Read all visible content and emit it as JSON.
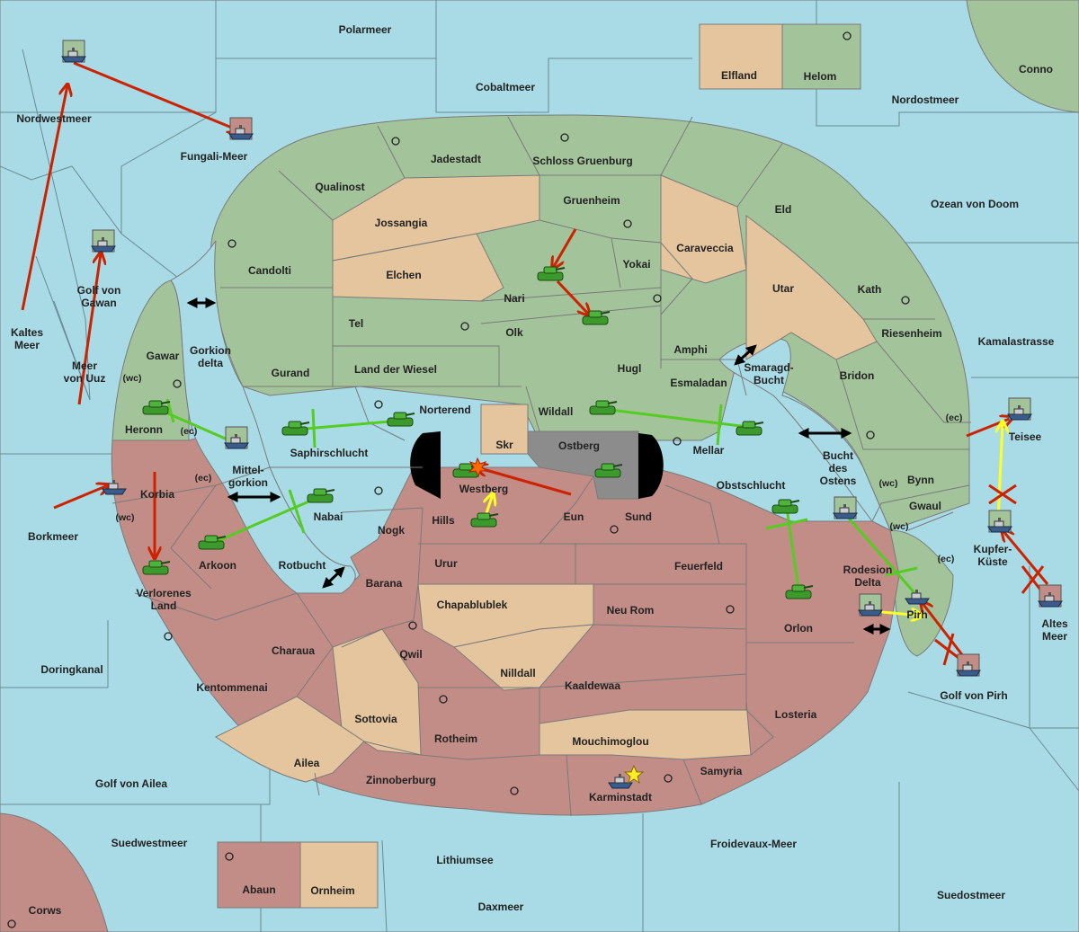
{
  "colors": {
    "sea": "#a9dbe6",
    "green_power": "#a3c49a",
    "red_power": "#c28d87",
    "neutral": "#e4c59e",
    "impassable": "#000000",
    "contested": "#8c8c8c",
    "order_red": "#cc2200",
    "order_green": "#55cc22",
    "order_yellow": "#ffff22"
  },
  "seas": {
    "polarmeer": "Polarmeer",
    "cobaltmeer": "Cobaltmeer",
    "nordostmeer": "Nordostmeer",
    "conno": "Conno",
    "nordwestmeer": "Nordwestmeer",
    "fungali": "Fungali-Meer",
    "ozean": "Ozean von Doom",
    "golf_gawan": "Golf von\nGawan",
    "kaltes": "Kaltes\nMeer",
    "meer_uuz": "Meer\nvon Uuz",
    "kamala": "Kamalastrasse",
    "gorkion_delta": "Gorkion\ndelta",
    "smaragd": "Smaragd-\nBucht",
    "teisee": "Teisee",
    "mittelgorkion": "Mittel-\ngorkion",
    "bucht_ostens": "Bucht\ndes\nOstens",
    "borkmeer": "Borkmeer",
    "kupferkueste": "Kupfer-\nKüste",
    "rotbucht": "Rotbucht",
    "rodesion": "Rodesion\nDelta",
    "altes": "Altes\nMeer",
    "doringkanal": "Doringkanal",
    "golf_pirh": "Golf von Pirh",
    "golf_ailea": "Golf von Ailea",
    "suedwestmeer": "Suedwestmeer",
    "froidevaux": "Froidevaux-Meer",
    "lithiumsee": "Lithiumsee",
    "suedostmeer": "Suedostmeer",
    "daxmeer": "Daxmeer",
    "corws": "Corws"
  },
  "lands": {
    "elfland": "Elfland",
    "helom": "Helom",
    "jadestadt": "Jadestadt",
    "schloss": "Schloss Gruenburg",
    "qualinost": "Qualinost",
    "gruenheim": "Gruenheim",
    "eld": "Eld",
    "jossangia": "Jossangia",
    "caraveccia": "Caraveccia",
    "candolti": "Candolti",
    "elchen": "Elchen",
    "yokai": "Yokai",
    "utar": "Utar",
    "kath": "Kath",
    "nari": "Nari",
    "tel": "Tel",
    "olk": "Olk",
    "riesenheim": "Riesenheim",
    "amphi": "Amphi",
    "gawar": "Gawar",
    "gurand": "Gurand",
    "land_wiesel": "Land der Wiesel",
    "hugl": "Hugl",
    "bridon": "Bridon",
    "esmaladan": "Esmaladan",
    "norterend": "Norterend",
    "wildall": "Wildall",
    "heronn": "Heronn",
    "saphirschlucht": "Saphirschlucht",
    "skr": "Skr",
    "ostberg": "Ostberg",
    "mellar": "Mellar",
    "bynn": "Bynn",
    "westberg": "Westberg",
    "obstschlucht": "Obstschlucht",
    "gwaul": "Gwaul",
    "korbia": "Korbia",
    "nabai": "Nabai",
    "hills": "Hills",
    "eun": "Eun",
    "sund": "Sund",
    "nogk": "Nogk",
    "arkoon": "Arkoon",
    "urur": "Urur",
    "feuerfeld": "Feuerfeld",
    "verlorenes": "Verlorenes\nLand",
    "barana": "Barana",
    "chapablublek": "Chapablublek",
    "neu_rom": "Neu Rom",
    "pirh": "Pirh",
    "orlon": "Orlon",
    "charaua": "Charaua",
    "qwil": "Qwil",
    "nilldall": "Nilldall",
    "kentommenai": "Kentommenai",
    "kaaldewaa": "Kaaldewaa",
    "sottovia": "Sottovia",
    "losteria": "Losteria",
    "rotheim": "Rotheim",
    "mouchimoglou": "Mouchimoglou",
    "ailea": "Ailea",
    "samyria": "Samyria",
    "zinnoberburg": "Zinnoberburg",
    "karminstadt": "Karminstadt",
    "abaun": "Abaun",
    "ornheim": "Ornheim"
  },
  "coasts": {
    "wc": "(wc)",
    "ec": "(ec)"
  },
  "icons": {
    "army": "tank-icon",
    "fleet": "ship-icon",
    "supply_center": "supply-center-icon",
    "home": "star-icon",
    "dislodged": "explosion-icon",
    "void_order": "cross-icon",
    "passage": "double-arrow-icon"
  }
}
